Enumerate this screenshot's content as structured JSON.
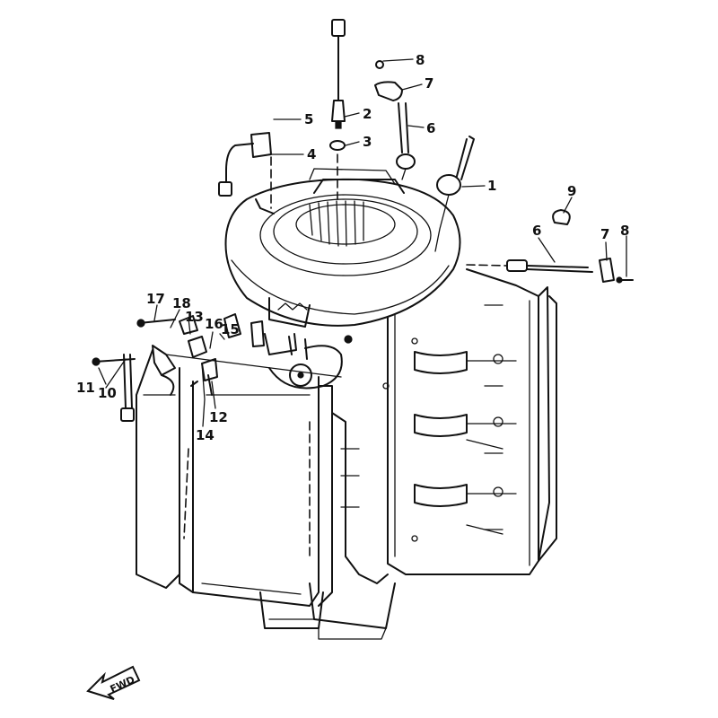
{
  "diagram": {
    "callouts": [
      {
        "id": "c1",
        "text": "1"
      },
      {
        "id": "c2",
        "text": "2"
      },
      {
        "id": "c3",
        "text": "3"
      },
      {
        "id": "c4",
        "text": "4"
      },
      {
        "id": "c5",
        "text": "5"
      },
      {
        "id": "c6a",
        "text": "6"
      },
      {
        "id": "c7a",
        "text": "7"
      },
      {
        "id": "c8a",
        "text": "8"
      },
      {
        "id": "c9",
        "text": "9"
      },
      {
        "id": "c6b",
        "text": "6"
      },
      {
        "id": "c7b",
        "text": "7"
      },
      {
        "id": "c8b",
        "text": "8"
      },
      {
        "id": "c10",
        "text": "10"
      },
      {
        "id": "c11",
        "text": "11"
      },
      {
        "id": "c12",
        "text": "12"
      },
      {
        "id": "c13",
        "text": "13"
      },
      {
        "id": "c14",
        "text": "14"
      },
      {
        "id": "c15",
        "text": "15"
      },
      {
        "id": "c16",
        "text": "16"
      },
      {
        "id": "c17",
        "text": "17"
      },
      {
        "id": "c18",
        "text": "18"
      }
    ],
    "direction_label": "FWD",
    "colors": {
      "ink": "#111111",
      "paper": "#ffffff"
    }
  }
}
